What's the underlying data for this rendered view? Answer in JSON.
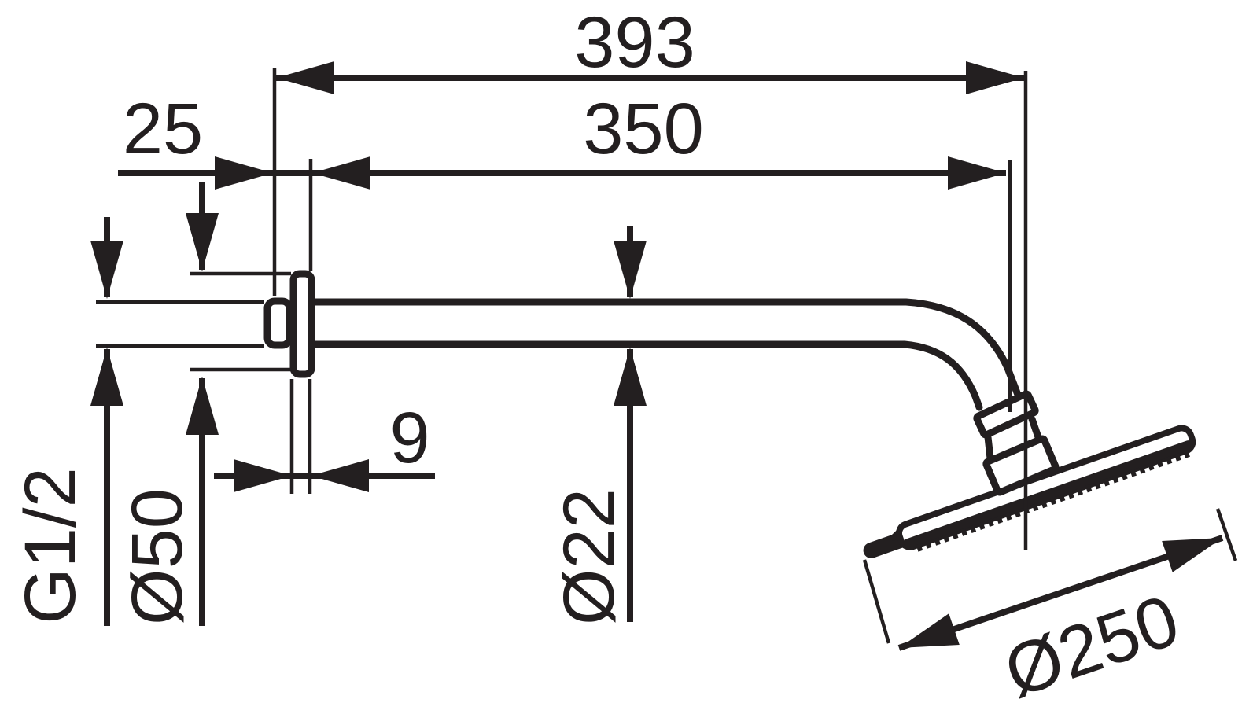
{
  "drawing": {
    "type": "technical-dimension-drawing",
    "subject": "wall-mounted shower arm with overhead shower head, side view",
    "colors": {
      "ink": "#231f20",
      "background": "#ffffff"
    },
    "dims": {
      "overall": {
        "label": "393"
      },
      "arm": {
        "label": "350"
      },
      "offset": {
        "label": "25"
      },
      "plate_thickness": {
        "label": "9"
      },
      "thread": {
        "label": "G1/2"
      },
      "plate_dia": {
        "label": "Ø50"
      },
      "arm_dia": {
        "label": "Ø22"
      },
      "head_dia": {
        "label": "Ø250"
      }
    }
  }
}
